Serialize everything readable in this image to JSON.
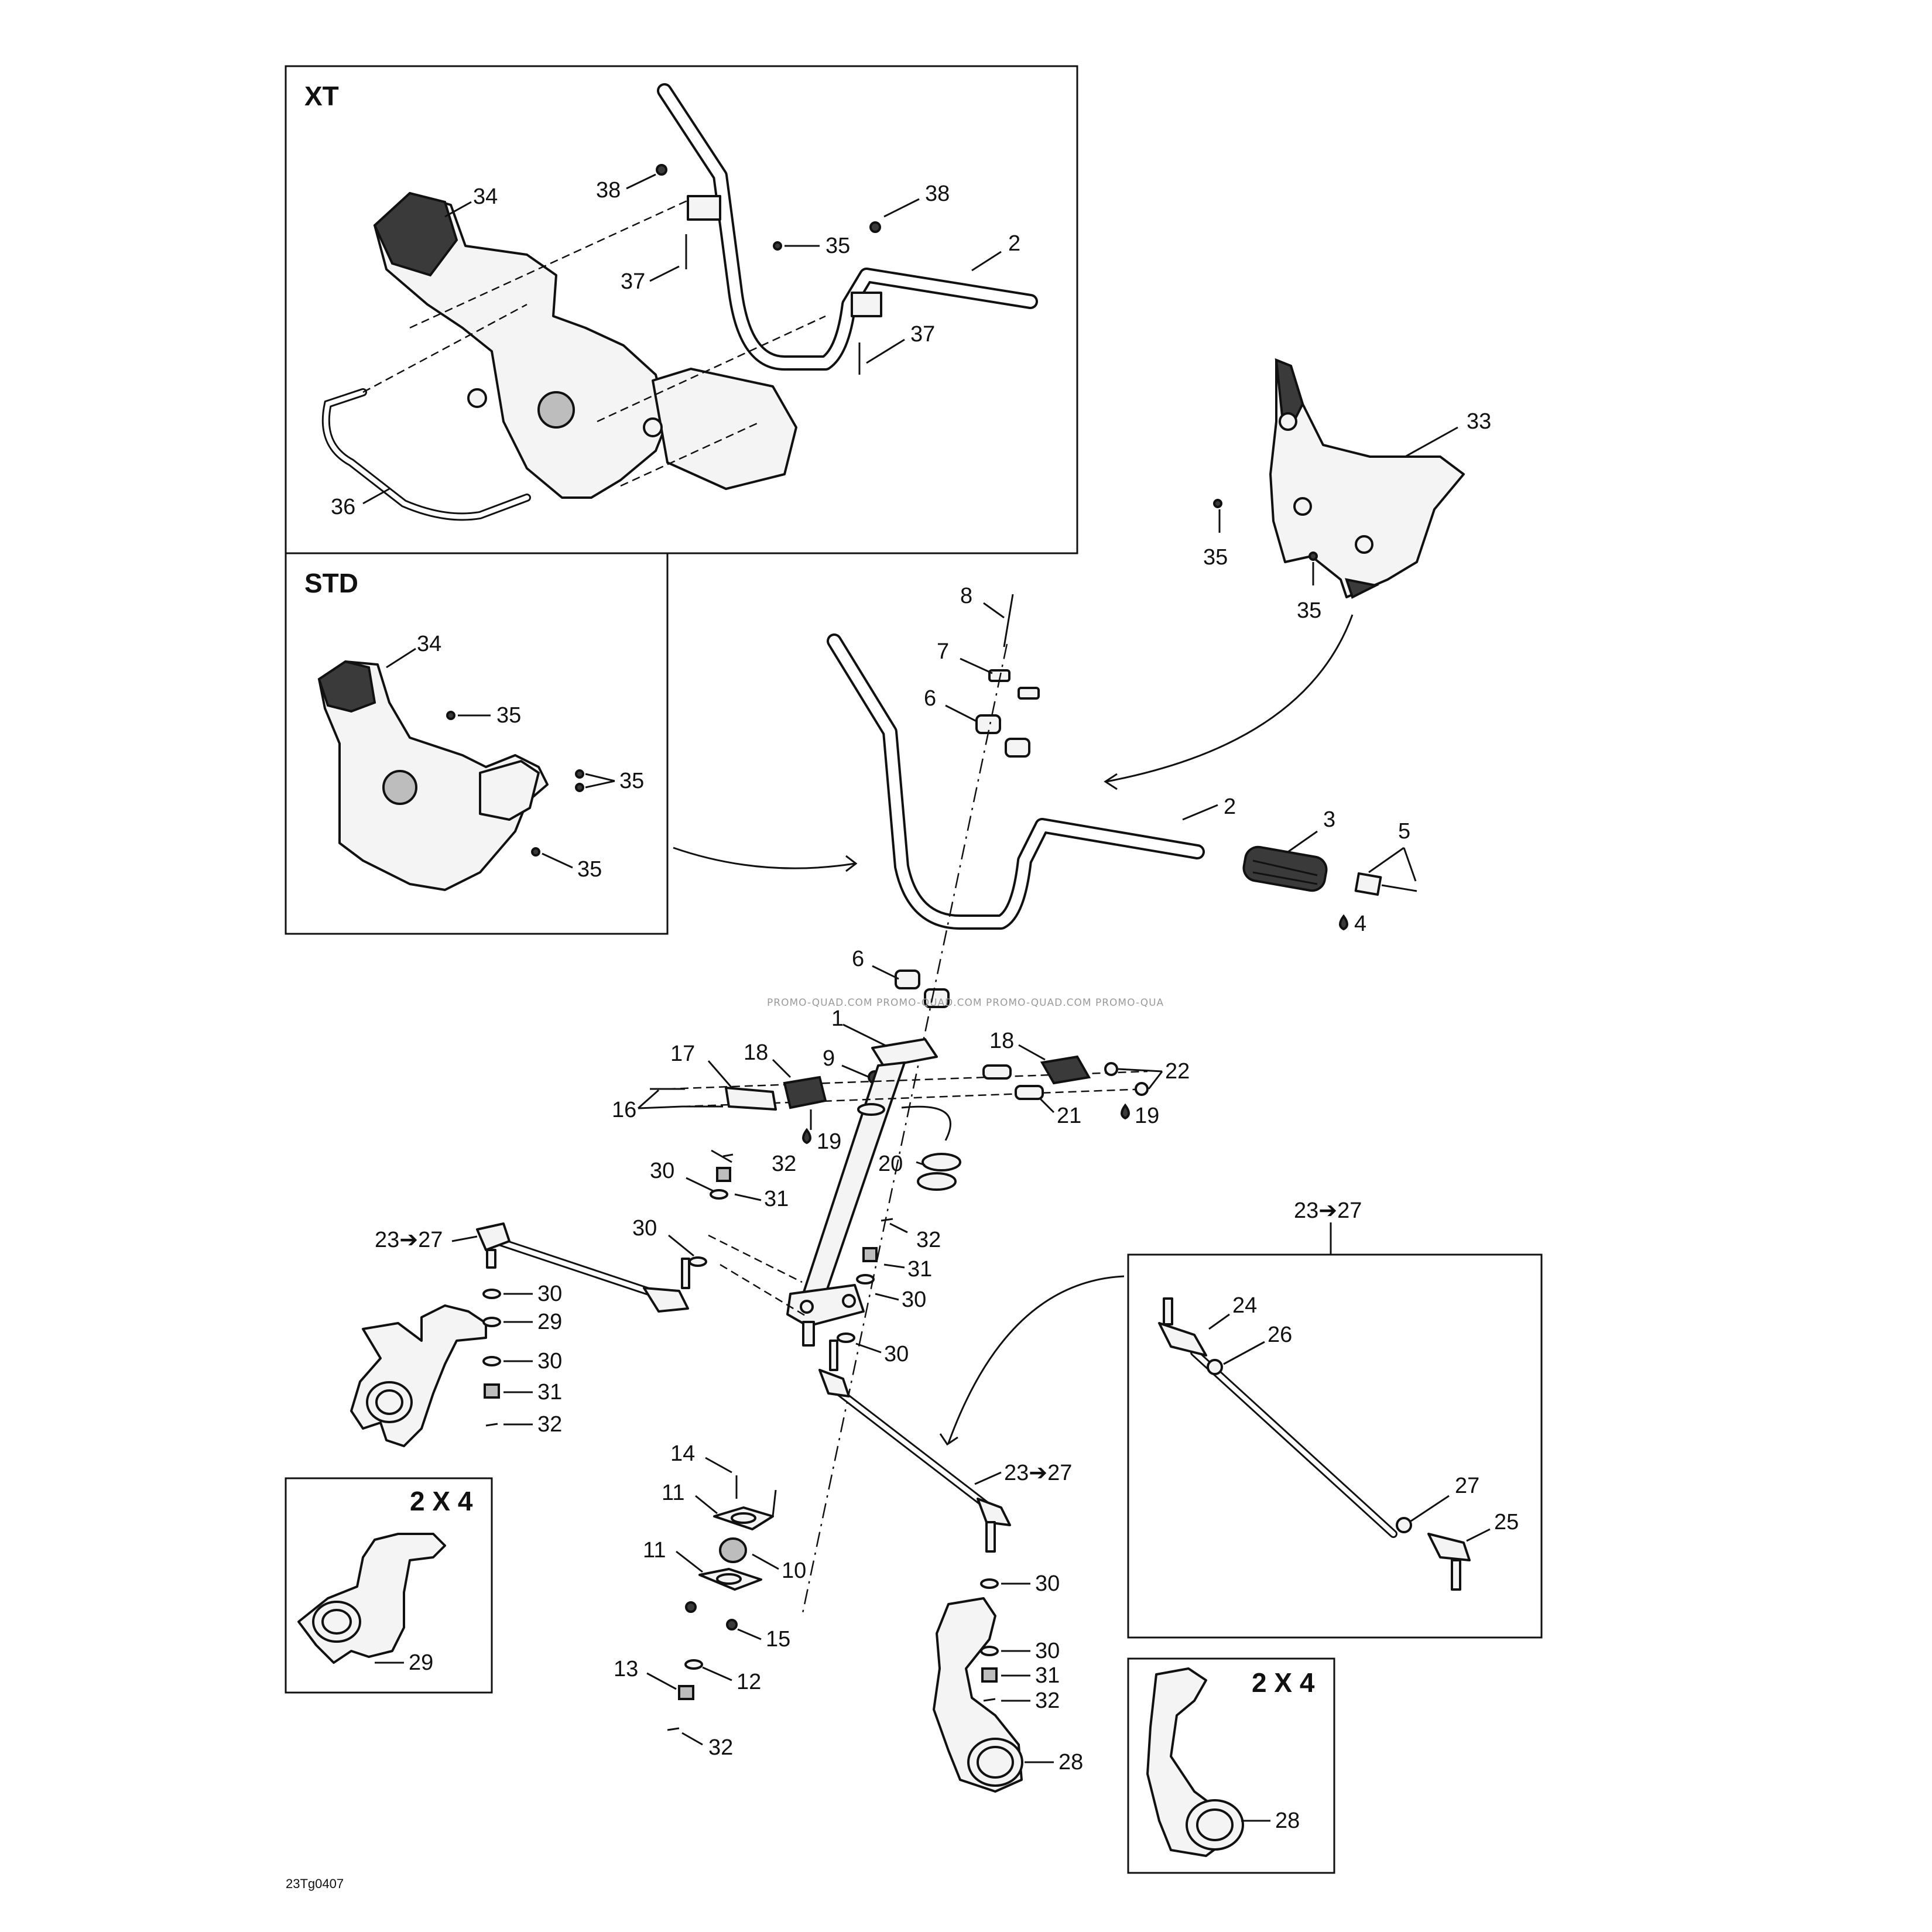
{
  "diagram": {
    "drawing_number": "23Tg0407",
    "watermark": "PROMO-QUAD.COM   PROMO-QUAD.COM   PROMO-QUAD.COM   PROMO-QUA",
    "boxes": {
      "xt": "XT",
      "std": "STD",
      "two_by_four_knuckle_left": "2 X 4",
      "two_by_four_knuckle_right": "2 X 4"
    },
    "callouts": {
      "xt_38_a": "38",
      "xt_38_b": "38",
      "xt_34": "34",
      "xt_35": "35",
      "xt_2": "2",
      "xt_37_a": "37",
      "xt_37_b": "37",
      "xt_36": "36",
      "std_34": "34",
      "std_35_a": "35",
      "std_35_b": "35",
      "std_35_c": "35",
      "c33": "33",
      "c35_a": "35",
      "c35_b": "35",
      "c8": "8",
      "c7": "7",
      "c6_a": "6",
      "c6_b": "6",
      "c2": "2",
      "c3": "3",
      "c5": "5",
      "c4": "4",
      "c1": "1",
      "c9": "9",
      "c17": "17",
      "c18_a": "18",
      "c18_b": "18",
      "c16": "16",
      "c19_a": "19",
      "c19_b": "19",
      "c22": "22",
      "c21": "21",
      "c20": "20",
      "c32_a": "32",
      "c30_a": "30",
      "c31_a": "31",
      "c30_b": "30",
      "c23_27_a": "23➔27",
      "c32_b": "32",
      "c31_b": "31",
      "c30_c": "30",
      "c30_d": "30",
      "c30_e": "30",
      "c29": "29",
      "c30_f": "30",
      "c31_c": "31",
      "c32_c": "32",
      "c23_27_box": "23➔27",
      "c24": "24",
      "c26": "26",
      "c27": "27",
      "c25": "25",
      "c23_27_b": "23➔27",
      "c14": "14",
      "c11_a": "11",
      "c11_b": "11",
      "c10": "10",
      "c15": "15",
      "c13": "13",
      "c12": "12",
      "c32_d": "32",
      "c30_g": "30",
      "c30_h": "30",
      "c31_d": "31",
      "c32_e": "32",
      "c28": "28",
      "c29_2x4": "29",
      "c28_2x4": "28"
    }
  }
}
